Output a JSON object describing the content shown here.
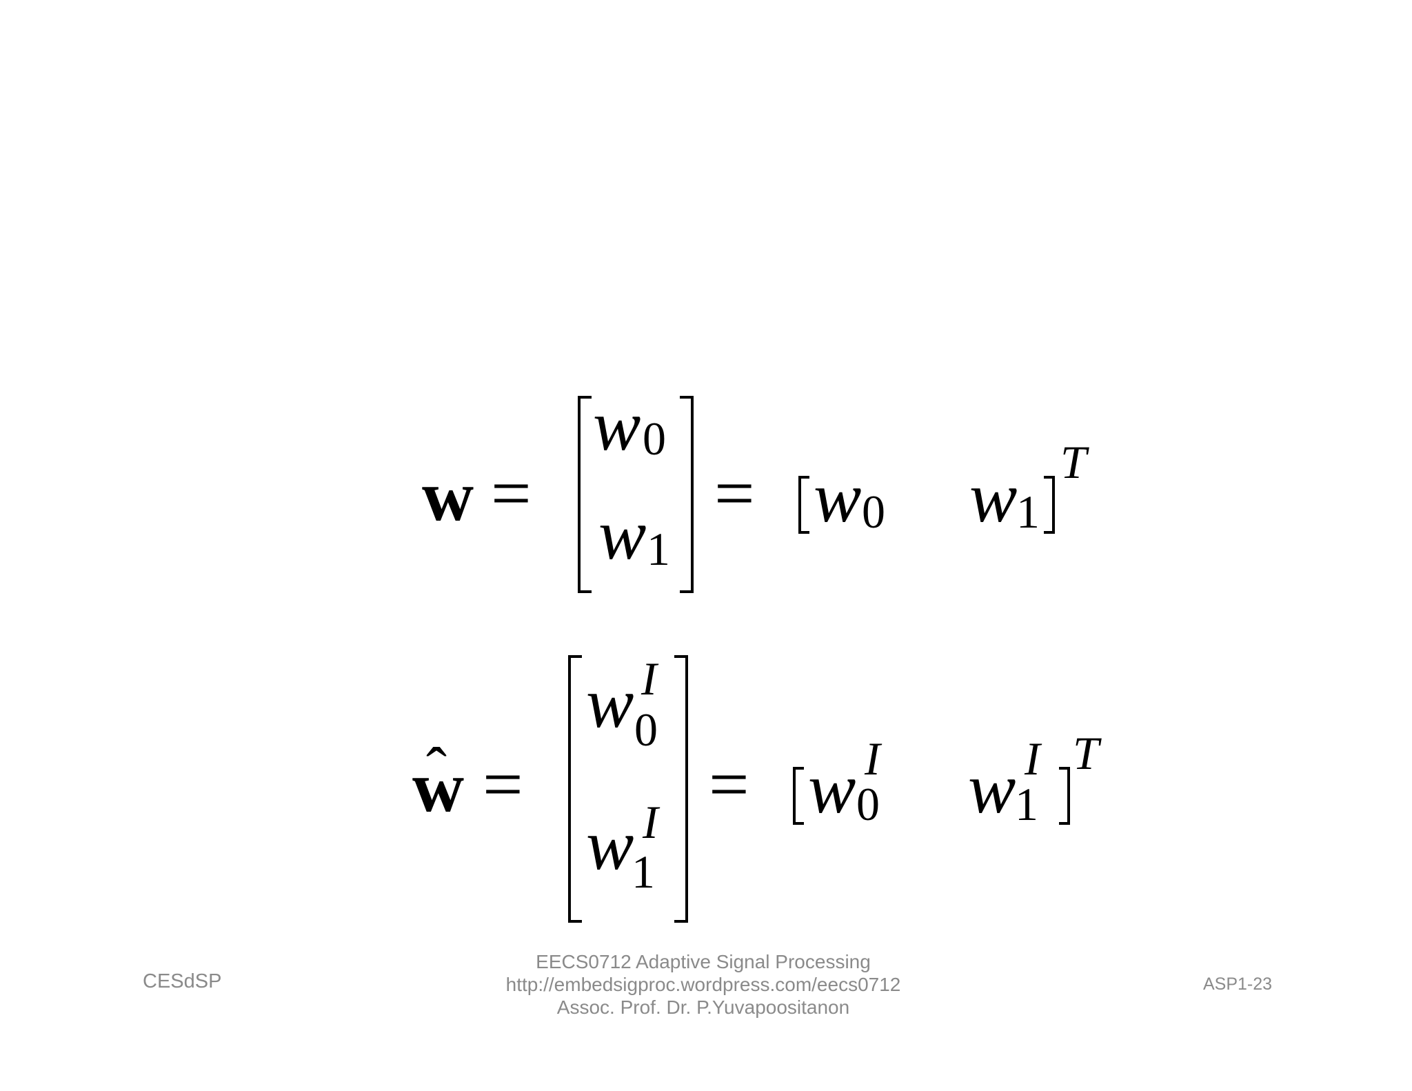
{
  "equation_1": {
    "lhs": "w",
    "equals": "=",
    "col_top": {
      "base": "w",
      "sub": "0"
    },
    "col_bottom": {
      "base": "w",
      "sub": "1"
    },
    "row_first": {
      "base": "w",
      "sub": "0"
    },
    "row_second": {
      "base": "w",
      "sub": "1"
    },
    "transpose": "T"
  },
  "equation_2": {
    "lhs": "w",
    "hat": "ˆ",
    "equals": "=",
    "col_top": {
      "base": "w",
      "sub": "0",
      "sup": "I"
    },
    "col_bottom": {
      "base": "w",
      "sub": "1",
      "sup": "I"
    },
    "row_first": {
      "base": "w",
      "sub": "0",
      "sup": "I"
    },
    "row_second": {
      "base": "w",
      "sub": "1",
      "sup": "I"
    },
    "transpose": "T"
  },
  "footer": {
    "left": "CESdSP",
    "center_line1": "EECS0712 Adaptive Signal Processing",
    "center_line2": "http://embedsigproc.wordpress.com/eecs0712",
    "center_line3": "Assoc. Prof. Dr. P.Yuvapoositanon",
    "right": "ASP1-23"
  }
}
